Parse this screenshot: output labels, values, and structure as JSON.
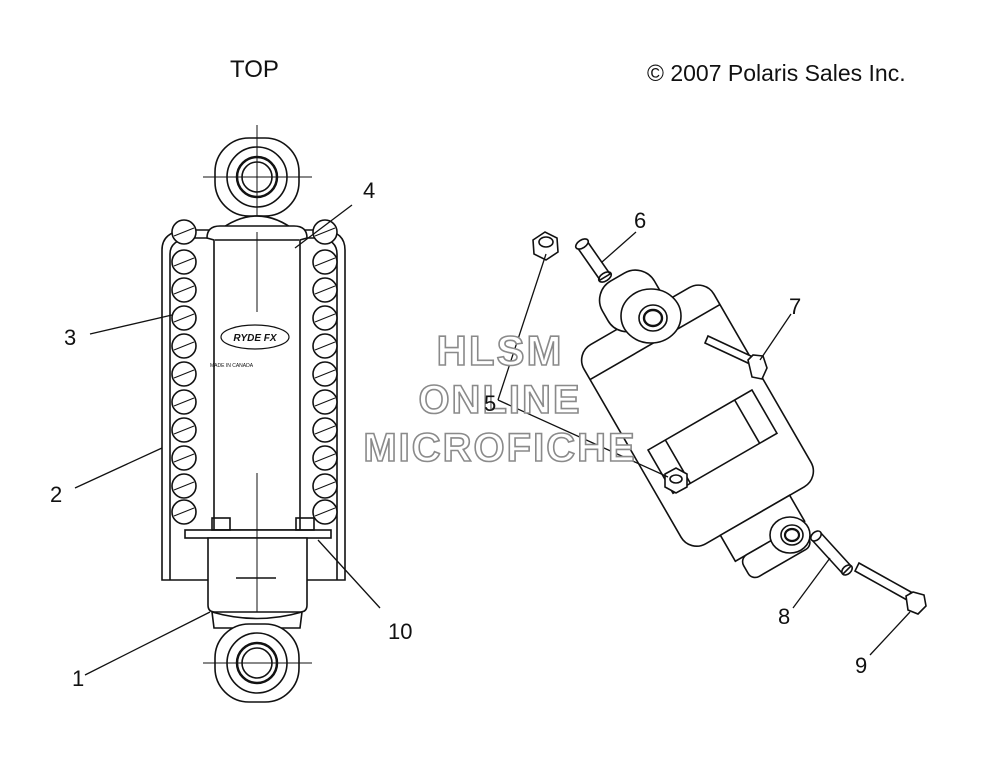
{
  "header": {
    "view_label": "TOP",
    "copyright": "© 2007 Polaris Sales Inc."
  },
  "watermark": {
    "line1": "HLSM",
    "line2": "ONLINE",
    "line3": "MICROFICHE"
  },
  "decal": {
    "brand": "RYDE FX",
    "made_in": "MADE IN CANADA"
  },
  "callouts": [
    "1",
    "2",
    "3",
    "4",
    "5",
    "6",
    "7",
    "8",
    "9",
    "10"
  ],
  "colors": {
    "line": "#111111",
    "watermark_outline": "#8a8a8a",
    "background": "#ffffff"
  }
}
